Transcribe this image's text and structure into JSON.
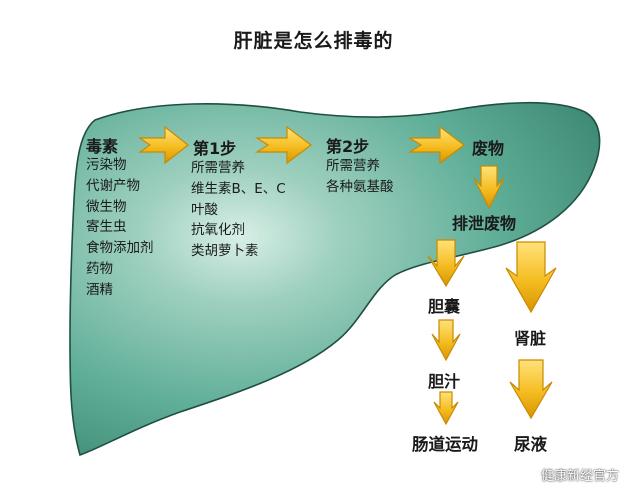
{
  "title": "肝脏是怎么排毒的",
  "toxins": {
    "heading": "毒素",
    "items": [
      "污染物",
      "代谢产物",
      "微生物",
      "寄生虫",
      "食物添加剂",
      "药物",
      "酒精"
    ]
  },
  "step1": {
    "heading": "第1步",
    "items": [
      "所需营养",
      "维生素B、E、C",
      "叶酸",
      "抗氧化剂",
      "类胡萝卜素"
    ]
  },
  "step2": {
    "heading": "第2步",
    "items": [
      "所需营养",
      "各种氨基酸"
    ]
  },
  "waste": "废物",
  "excrete": "排泄废物",
  "gallbladder": "胆囊",
  "bile": "胆汁",
  "intestine": "肠道运动",
  "kidney": "肾脏",
  "urine": "尿液",
  "watermark": "健康新经官方",
  "colors": {
    "liver": "#5fae98",
    "liver_dark": "#2f6f5c",
    "arrow": "#f2b61c",
    "arrow_outline": "#c98a00"
  }
}
